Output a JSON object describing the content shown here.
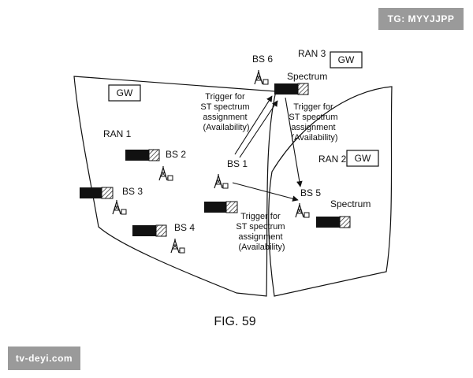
{
  "ran1": {
    "label": "RAN 1",
    "gw_label": "GW",
    "bs_labels": [
      "BS 1",
      "BS 2",
      "BS 3",
      "BS 4"
    ]
  },
  "ran2": {
    "label": "RAN 2",
    "gw_label": "GW",
    "bs_label": "BS 5",
    "spectrum_label": "Spectrum"
  },
  "ran3": {
    "label": "RAN 3",
    "gw_label": "GW",
    "bs_label": "BS 6",
    "spectrum_label": "Spectrum"
  },
  "triggers": {
    "upper_left": [
      "Trigger for",
      "ST spectrum",
      "assignment",
      "(Availability)"
    ],
    "upper_right": [
      "Trigger for",
      "ST spectrum",
      "assignment",
      "(Availability)"
    ],
    "lower": [
      "Trigger for",
      "ST spectrum",
      "assignment",
      "(Availability)"
    ]
  },
  "figure": {
    "caption": "FIG. 59"
  },
  "watermarks": {
    "top": "TG: MYYJJPP",
    "bottom": "tv-deyi.com"
  }
}
